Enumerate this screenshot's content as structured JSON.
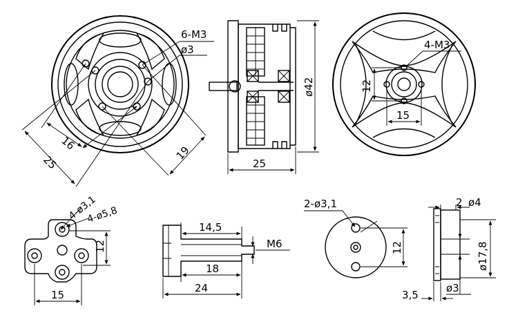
{
  "top_motor_front": {
    "callout_screw": "6-M3",
    "callout_hole": "ø3",
    "dim_a": "16",
    "dim_b": "25",
    "dim_c": "19"
  },
  "top_motor_side": {
    "dim_height": "ø42",
    "dim_width": "25"
  },
  "top_motor_back": {
    "callout_screw": "4-M3",
    "dim_vertical": "12",
    "dim_horizontal": "15"
  },
  "bottom_cross_mount": {
    "callout_holes_small": "4-ø3,1",
    "callout_holes_large": "4-ø5,8",
    "dim_vertical": "12",
    "dim_horizontal": "15"
  },
  "bottom_shaft": {
    "dim_top": "14,5",
    "dim_thread": "M6",
    "dim_mid": "18",
    "dim_total": "24"
  },
  "bottom_prop_disc": {
    "callout_holes": "2-ø3,1",
    "dim_vertical": "12"
  },
  "bottom_adapter_side": {
    "dim_top": "2",
    "dim_dia_small": "ø4",
    "dim_dia_large": "ø17,8",
    "dim_left": "3,5",
    "dim_bore": "ø3"
  }
}
